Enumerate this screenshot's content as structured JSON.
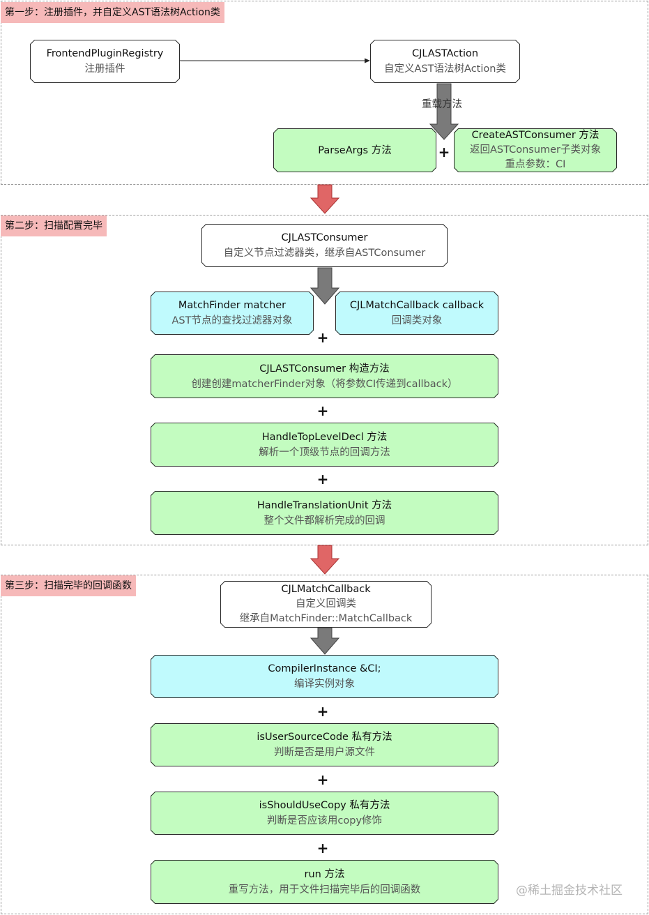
{
  "sections": [
    {
      "label": "第一步：注册插件，并自定义AST语法树Action类"
    },
    {
      "label": "第二步：扫描配置完毕"
    },
    {
      "label": "第三步：扫描完毕的回调函数"
    }
  ],
  "step1": {
    "registry": {
      "title": "FrontendPluginRegistry",
      "subtitle": "注册插件"
    },
    "action": {
      "title": "CJLASTAction",
      "subtitle": "自定义AST语法树Action类"
    },
    "override_label": "重载方法",
    "parse_args": {
      "title": "ParseArgs 方法"
    },
    "create_consumer": {
      "title": "CreateASTConsumer 方法",
      "line2": "返回ASTConsumer子类对象",
      "line3": "重点参数：CI"
    }
  },
  "step2": {
    "consumer": {
      "title": "CJLASTConsumer",
      "subtitle": "自定义节点过滤器类，继承自ASTConsumer"
    },
    "matcher": {
      "title": "MatchFinder matcher",
      "subtitle": "AST节点的查找过滤器对象"
    },
    "callback": {
      "title": "CJLMatchCallback callback",
      "subtitle": "回调类对象"
    },
    "constructor": {
      "title": "CJLASTConsumer 构造方法",
      "subtitle": "创建创建matcherFinder对象（将参数CI传递到callback）"
    },
    "handle_top": {
      "title": "HandleTopLevelDecl 方法",
      "subtitle": "解析一个顶级节点的回调方法"
    },
    "handle_unit": {
      "title": "HandleTranslationUnit 方法",
      "subtitle": "整个文件都解析完成的回调"
    }
  },
  "step3": {
    "match_callback": {
      "title": "CJLMatchCallback",
      "line2": "自定义回调类",
      "line3": "继承自MatchFinder::MatchCallback"
    },
    "compiler_instance": {
      "title": "CompilerInstance &CI;",
      "subtitle": "编译实例对象"
    },
    "is_user_source": {
      "title": "isUserSourceCode 私有方法",
      "subtitle": "判断是否是用户源文件"
    },
    "is_should_copy": {
      "title": "isShouldUseCopy 私有方法",
      "subtitle": "判断是否应该用copy修饰"
    },
    "run": {
      "title": "run 方法",
      "subtitle": "重写方法，用于文件扫描完毕后的回调函数"
    }
  },
  "plus_symbol": "+",
  "watermark": "@稀土掘金技术社区",
  "colors": {
    "step_label_bg": "#f6b9b9",
    "green_node": "#c3fcc0",
    "cyan_node": "#c0fafd",
    "gray_arrow": "#7a7a7a",
    "red_arrow": "#e06666"
  }
}
